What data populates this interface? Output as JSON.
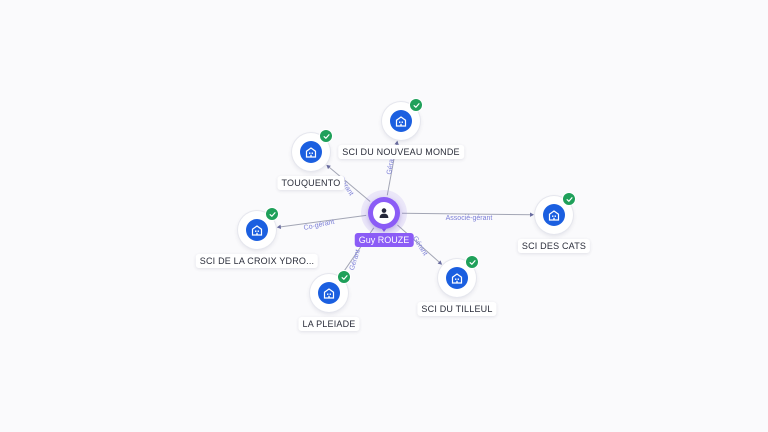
{
  "graph": {
    "center": {
      "label": "Guy ROUZE",
      "icon": "person-icon"
    },
    "companies": [
      {
        "label": "SCI DU NOUVEAU MONDE",
        "icon": "building-icon",
        "status_icon": "check-icon",
        "relation": "Gérant"
      },
      {
        "label": "TOUQUENTO",
        "icon": "building-icon",
        "status_icon": "check-icon",
        "relation": "Gérant"
      },
      {
        "label": "SCI DE LA CROIX YDRO...",
        "icon": "building-icon",
        "status_icon": "check-icon",
        "relation": "Co-gérant"
      },
      {
        "label": "LA PLEIADE",
        "icon": "building-icon",
        "status_icon": "check-icon",
        "relation": "Gérant"
      },
      {
        "label": "SCI DU TILLEUL",
        "icon": "building-icon",
        "status_icon": "check-icon",
        "relation": "Gérant"
      },
      {
        "label": "SCI DES CATS",
        "icon": "building-icon",
        "status_icon": "check-icon",
        "relation": "Associé-gérant"
      }
    ]
  },
  "colors": {
    "person": "#8b5cf6",
    "company_icon": "#1b5fe0",
    "verified_badge": "#1fa05a",
    "edge": "#a3a6b5",
    "edge_label": "#7c7fd8"
  }
}
